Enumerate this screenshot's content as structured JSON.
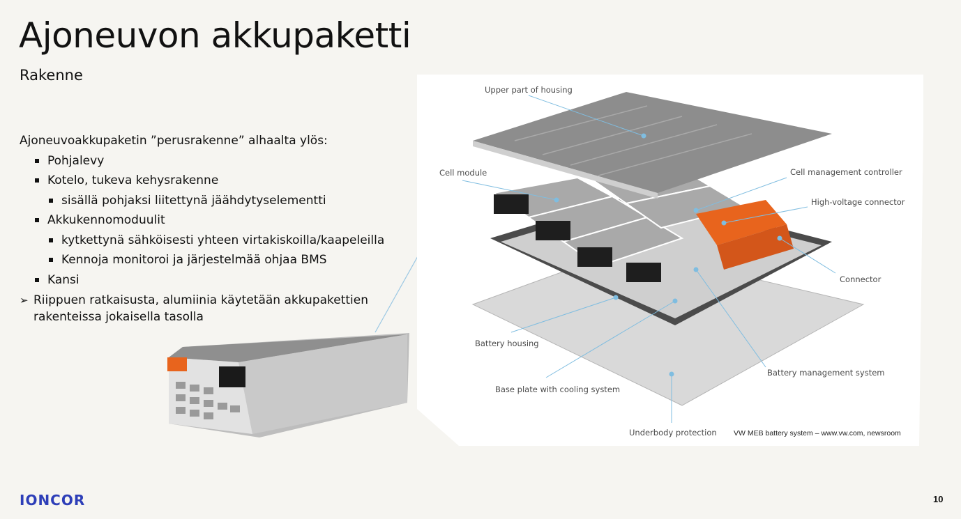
{
  "slide": {
    "title": "Ajoneuvon akkupaketti",
    "subtitle": "Rakenne",
    "page_number": "10"
  },
  "content": {
    "intro": "Ajoneuvoakkupaketin ”perusrakenne” alhaalta ylös:",
    "items": [
      {
        "level": 1,
        "text": "Pohjalevy"
      },
      {
        "level": 1,
        "text": "Kotelo, tukeva kehysrakenne"
      },
      {
        "level": 2,
        "text": "sisällä pohjaksi liitettynä jäähdytyselementti"
      },
      {
        "level": 1,
        "text": "Akkukennomoduulit"
      },
      {
        "level": 2,
        "text": "kytkettynä sähköisesti yhteen virtakiskoilla/kaapeleilla"
      },
      {
        "level": 2,
        "text": "Kennoja monitoroi ja järjestelmää ohjaa BMS"
      },
      {
        "level": 1,
        "text": "Kansi"
      }
    ],
    "arrow_item": "Riippuen ratkaisusta, alumiinia käytetään akkupakettien rakenteissa jokaisella tasolla"
  },
  "diagram": {
    "callouts": {
      "upper_housing": "Upper part of housing",
      "cell_module": "Cell module",
      "cell_mgmt": "Cell management controller",
      "hv_connector": "High-voltage connector",
      "connector": "Connector",
      "battery_housing": "Battery housing",
      "base_plate": "Base plate with cooling system",
      "bms": "Battery management system",
      "underbody": "Underbody protection"
    },
    "credit": "VW MEB battery system – www.vw.com, newsroom"
  },
  "footer": {
    "logo": "IONCOR"
  },
  "colors": {
    "logo": "#2d3eb8",
    "background": "#f6f5f1",
    "orange_component": "#e8641d"
  }
}
